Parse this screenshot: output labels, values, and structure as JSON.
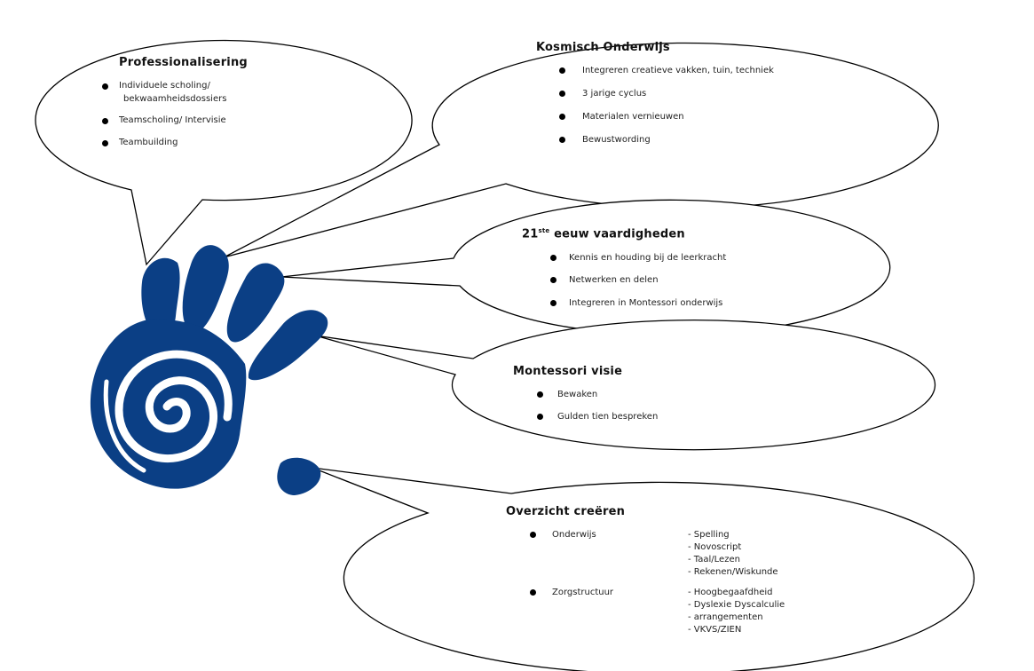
{
  "colors": {
    "hand": "#0b3f85",
    "outline": "#000000",
    "background": "#ffffff"
  },
  "bubbles": [
    {
      "id": "professionalisering",
      "title": "Professionalisering",
      "items": [
        "Individuele scholing/",
        "bekwaamheidsdossiers",
        "Teamscholing/ Intervisie",
        "Teambuilding"
      ]
    },
    {
      "id": "kosmisch",
      "title": "Kosmisch Onderwijs",
      "items": [
        "Integreren creatieve vakken, tuin, techniek",
        "3 jarige cyclus",
        "Materialen vernieuwen",
        "Bewustwording"
      ]
    },
    {
      "id": "vaardigheden",
      "title_pre": "21",
      "title_sup": "ste",
      "title_post": " eeuw vaardigheden",
      "items": [
        "Kennis en houding bij de leerkracht",
        "Netwerken en delen",
        "Integreren in Montessori onderwijs"
      ]
    },
    {
      "id": "montessori",
      "title": "Montessori visie",
      "items": [
        "Bewaken",
        "Gulden tien bespreken"
      ]
    },
    {
      "id": "overzicht",
      "title": "Overzicht creëren",
      "groups": [
        {
          "label": "Onderwijs",
          "sub": [
            "- Spelling",
            "- Novoscript",
            "- Taal/Lezen",
            "- Rekenen/Wiskunde"
          ]
        },
        {
          "label": "Zorgstructuur",
          "sub": [
            "- Hoogbegaafdheid",
            "- Dyslexie Dyscalculie",
            "- arrangementen",
            "- VKVS/ZIEN"
          ]
        }
      ]
    }
  ]
}
